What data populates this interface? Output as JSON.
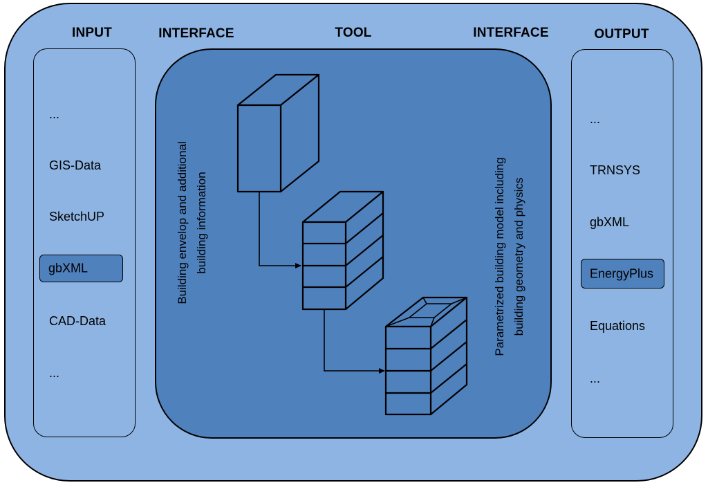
{
  "headings": {
    "input": "INPUT",
    "interface_left": "INTERFACE",
    "tool": "TOOL",
    "interface_right": "INTERFACE",
    "output": "OUTPUT"
  },
  "input_items": [
    "...",
    "GIS-Data",
    "SketchUP",
    "gbXML",
    "CAD-Data",
    "..."
  ],
  "input_selected": "gbXML",
  "output_items": [
    "...",
    "TRNSYS",
    "gbXML",
    "EnergyPlus",
    "Equations",
    "..."
  ],
  "output_selected": "EnergyPlus",
  "interface_left_text": [
    "Building envelop and additional",
    "building information"
  ],
  "interface_right_text": [
    "Parametrized building model including",
    "building geometry and physics"
  ],
  "colors": {
    "background": "#8eb4e3",
    "tool_fill": "#4f81bd",
    "highlight_fill": "#4f81bd",
    "outline": "#000000"
  }
}
